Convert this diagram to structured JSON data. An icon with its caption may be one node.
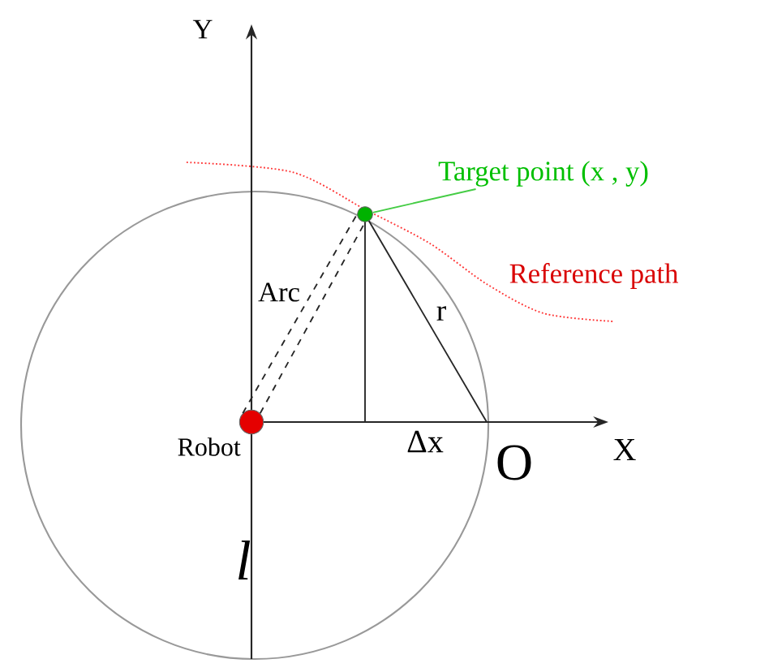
{
  "diagram": {
    "nodes": [
      {
        "text": [],
        "shape": "circle",
        "beside": [
          "Robot"
        ]
      },
      {
        "text": [],
        "shape": "circle"
      },
      {
        "text": [
          "Target point (x , y)"
        ]
      }
    ],
    "edges": [
      {
        "from": 0,
        "to": 1,
        "arrow": "none",
        "style": "dashed"
      },
      {
        "from": 0,
        "to": 1,
        "arrow": "none",
        "style": "dashed",
        "label": "Arc"
      },
      {
        "from": 2,
        "to": 1,
        "arrow": "none",
        "color": "#44cc44"
      }
    ],
    "labels": [
      "Y",
      "Reference path",
      "r",
      "Δx",
      "X",
      "O",
      "l"
    ]
  }
}
